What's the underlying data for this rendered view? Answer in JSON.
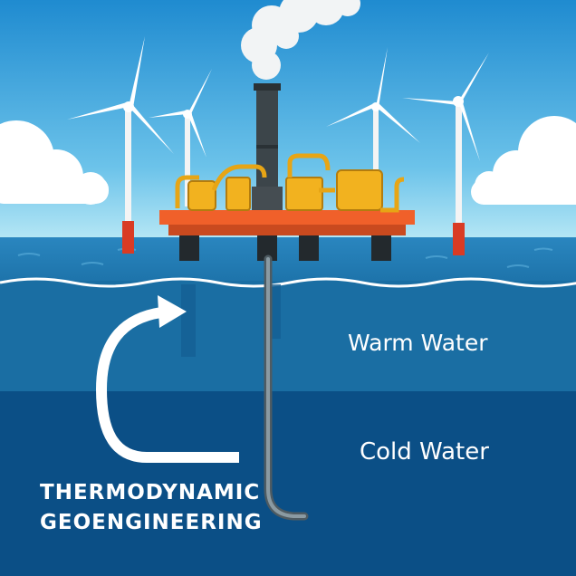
{
  "labels": {
    "warm_water": "Warm Water",
    "cold_water": "Cold Water",
    "title_line_1": "THERMODYNAMIC",
    "title_line_2": "GEOENGINEERING"
  },
  "colors": {
    "sky_top": "#1f8bd0",
    "sky_bottom": "#b6e7f5",
    "sea_surface": "#1f77b0",
    "warm_layer": "#1a6ea3",
    "cold_layer": "#0b4f86",
    "platform_deck": "#f0602a",
    "machinery": "#f2b21f",
    "pipe": "#7a8a92",
    "arrow": "#ffffff"
  },
  "icons": {
    "turbine": "wind-turbine-icon",
    "platform": "offshore-platform-icon",
    "arrow": "curved-arrow-icon"
  }
}
